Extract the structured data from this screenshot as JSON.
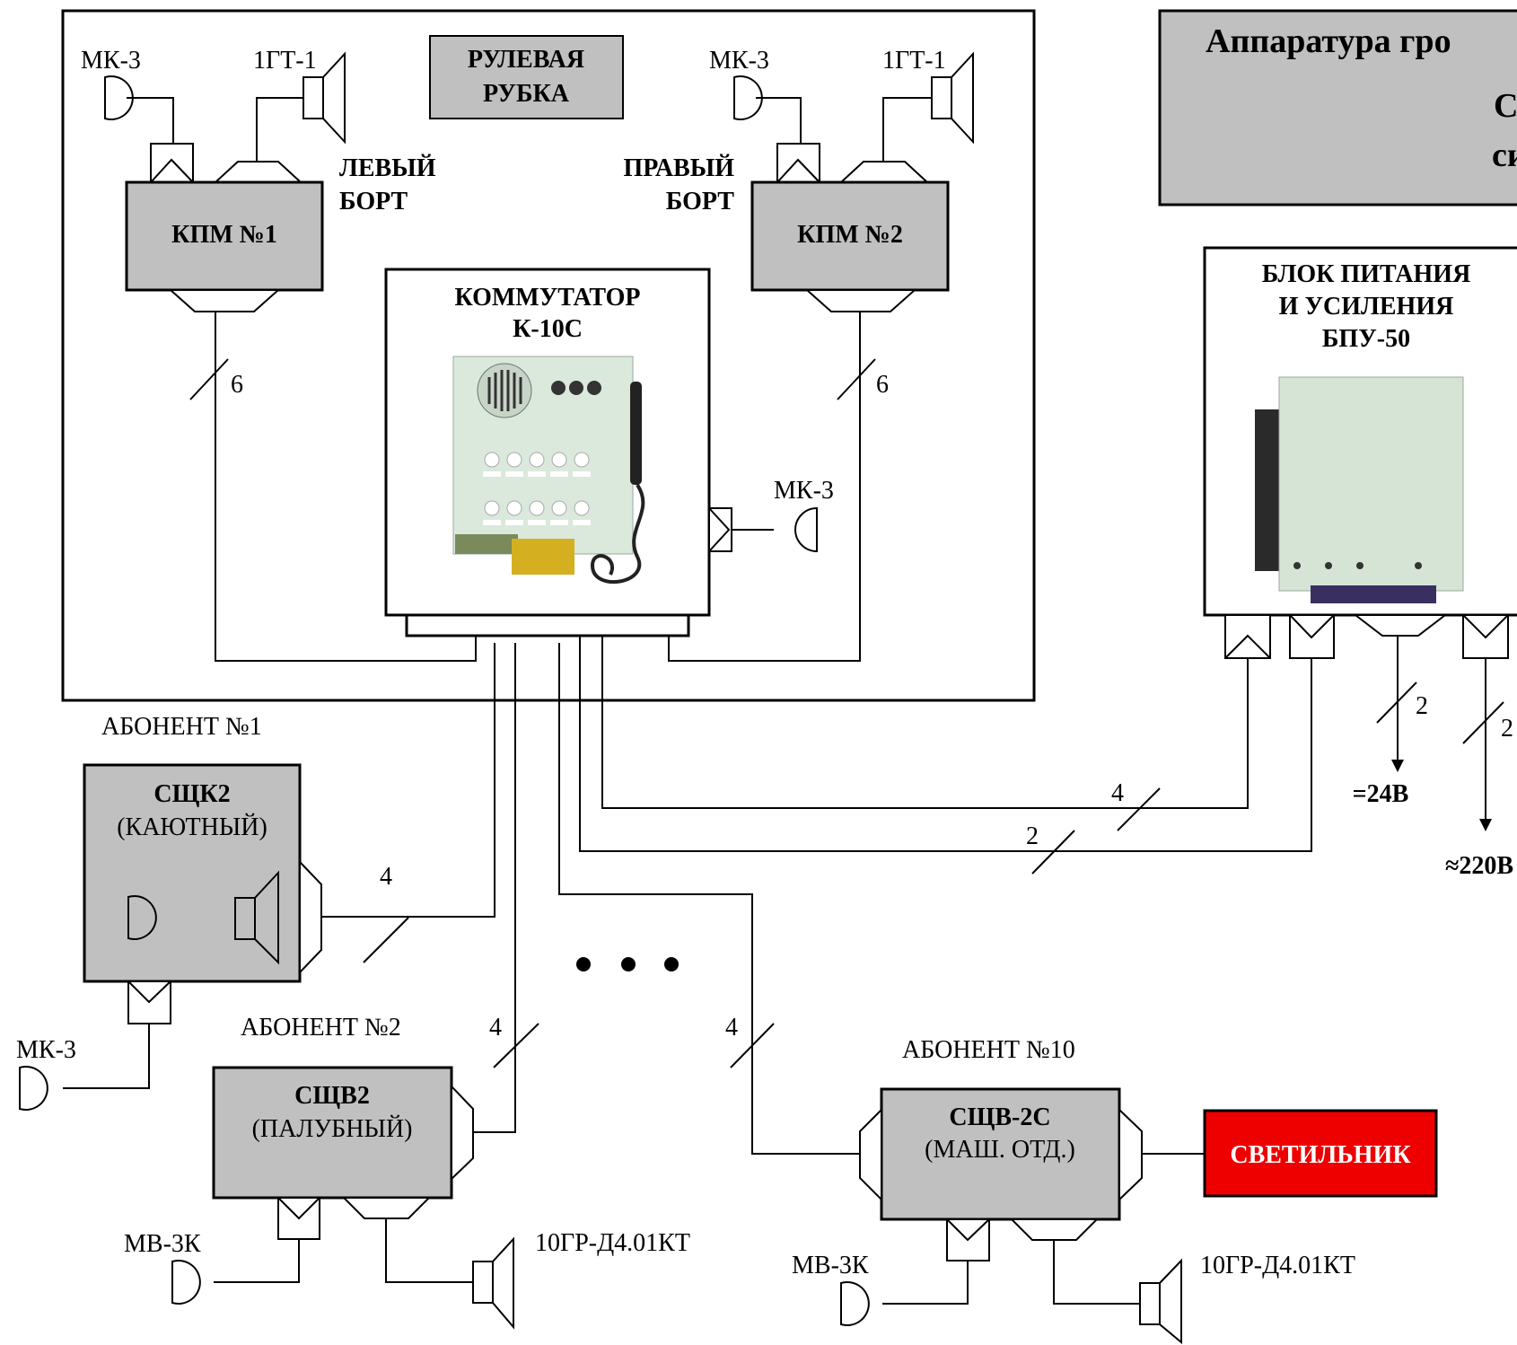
{
  "title": {
    "line1": "Аппаратура гро",
    "line2": "С",
    "line3": "си"
  },
  "wheelhouse": {
    "label_line1": "РУЛЕВАЯ",
    "label_line2": "РУБКА"
  },
  "kpm1": {
    "label": "КПМ №1",
    "side_line1": "ЛЕВЫЙ",
    "side_line2": "БОРТ",
    "mic": "МК-3",
    "speaker": "1ГТ-1",
    "wires": "6"
  },
  "kpm2": {
    "label": "КПМ №2",
    "side_line1": "ПРАВЫЙ",
    "side_line2": "БОРТ",
    "mic": "МК-3",
    "speaker": "1ГТ-1",
    "wires": "6"
  },
  "switchboard": {
    "label_line1": "КОММУТАТОР",
    "label_line2": "К-10С",
    "mic": "МК-3"
  },
  "power_unit": {
    "label_line1": "БЛОК ПИТАНИЯ",
    "label_line2": "И УСИЛЕНИЯ",
    "label_line3": "БПУ-50",
    "dc_wires": "2",
    "dc_label": "=24В",
    "ac_wires": "2",
    "ac_label": "≈220В",
    "link_wires_a": "4",
    "link_wires_b": "2"
  },
  "subscriber1": {
    "heading": "АБОНЕНТ №1",
    "name": "СЩК2",
    "type": "(КАЮТНЫЙ)",
    "wires": "4",
    "mic": "МК-3"
  },
  "subscriber2": {
    "heading": "АБОНЕНТ №2",
    "name": "СЩВ2",
    "type": "(ПАЛУБНЫЙ)",
    "wires": "4",
    "mic": "МВ-3К",
    "speaker": "10ГР-Д4.01КТ"
  },
  "subscriber10": {
    "heading": "АБОНЕНТ №10",
    "name": "СЩВ-2С",
    "type": "(МАШ. ОТД.)",
    "wires": "4",
    "mic": "МВ-3К",
    "speaker": "10ГР-Д4.01КТ"
  },
  "lamp": {
    "label": "СВЕТИЛЬНИК"
  },
  "colors": {
    "box_fill": "#c0c0c0",
    "lamp_fill": "#ee0000",
    "lamp_text": "#ffffff",
    "device_face": "#dbe8dc",
    "title_fill": "#c0c0c0"
  }
}
